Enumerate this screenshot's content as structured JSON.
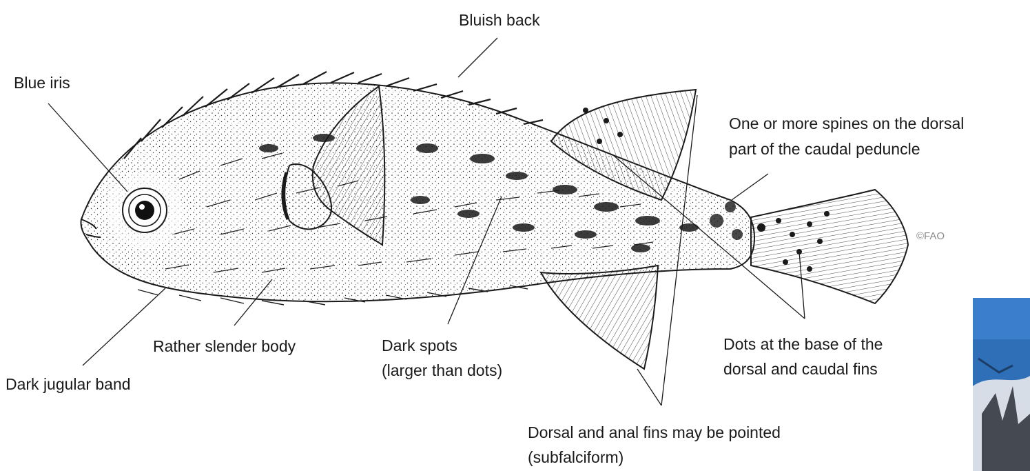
{
  "labels": {
    "bluish_back": "Bluish back",
    "blue_iris": "Blue iris",
    "spines_peduncle_1": "One or more spines on the dorsal",
    "spines_peduncle_2": "part of the caudal peduncle",
    "rather_slender_body": "Rather slender body",
    "dark_jugular_band": "Dark jugular band",
    "dark_spots_1": "Dark spots",
    "dark_spots_2": "(larger than dots)",
    "dots_base_1": "Dots at the base of the",
    "dots_base_2": "dorsal and caudal fins",
    "fins_pointed_1": "Dorsal and anal fins may be pointed",
    "fins_pointed_2": "(subfalciform)"
  },
  "credit": "©FAO",
  "colors": {
    "ink": "#1a1a1a",
    "credit": "#8a8a8a",
    "photo_sky": "#2f6fb8",
    "photo_light": "#d7dde6"
  }
}
